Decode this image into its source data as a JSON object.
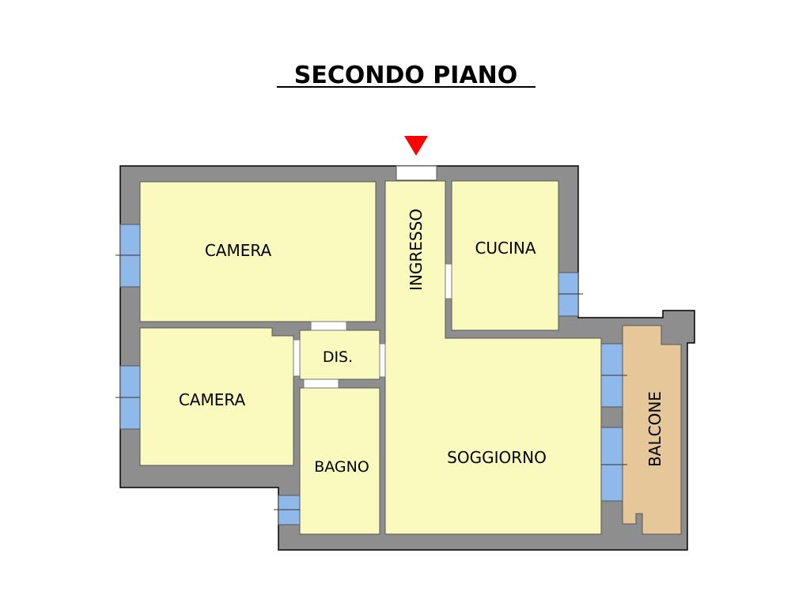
{
  "title": "SECONDO PIANO",
  "rooms": {
    "camera_1": "CAMERA",
    "camera_2": "CAMERA",
    "ingresso": "INGRESSO",
    "cucina": "CUCINA",
    "dis": "DIS.",
    "bagno": "BAGNO",
    "soggiorno": "SOGGIORNO",
    "balcone": "BALCONE"
  },
  "colors": {
    "wall": "#8e8e8e",
    "room_fill": "#fafabf",
    "balcone_fill": "#e5c79a",
    "window": "#8fb9ea",
    "entrance_marker": "#ff0000",
    "outline": "#000000"
  }
}
